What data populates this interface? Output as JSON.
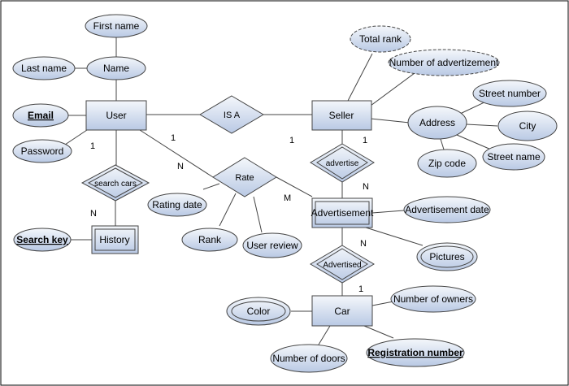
{
  "colors": {
    "shape_fill_top": "#f4f7fb",
    "shape_fill_bottom": "#b9c9e4",
    "stroke": "#444444",
    "line": "#444444",
    "border": "#000000"
  },
  "entities": {
    "user": "User",
    "seller": "Seller",
    "history": "History",
    "advertisement": "Advertisement",
    "car": "Car"
  },
  "relationships": {
    "is_a": "IS A",
    "rate": "Rate",
    "search_cars": "search cars",
    "advertise": "advertise",
    "advertised": "Advertised"
  },
  "attributes": {
    "first_name": "First name",
    "last_name": "Last name",
    "name": "Name",
    "email": "Email",
    "password": "Password",
    "search_key": "Search key",
    "rating_date": "Rating date",
    "rank": "Rank",
    "user_review": "User review",
    "total_rank": "Total rank",
    "number_of_advertizement": "Number of advertizement",
    "address": "Address",
    "street_number": "Street number",
    "city": "City",
    "street_name": "Street name",
    "zip_code": "Zip code",
    "advertisement_date": "Advertisement date",
    "pictures": "Pictures",
    "color": "Color",
    "number_of_owners": "Number of owners",
    "number_of_doors": "Number of doors",
    "registration_number": "Registration number"
  },
  "cardinalities": {
    "user_isa": "1",
    "seller_isa": "1",
    "seller_advertise": "1",
    "advertisement_advertise": "N",
    "user_rate": "N",
    "advertisement_rate": "M",
    "user_search": "1",
    "history_search": "N",
    "advertisement_advertised": "N",
    "car_advertised": "1"
  }
}
